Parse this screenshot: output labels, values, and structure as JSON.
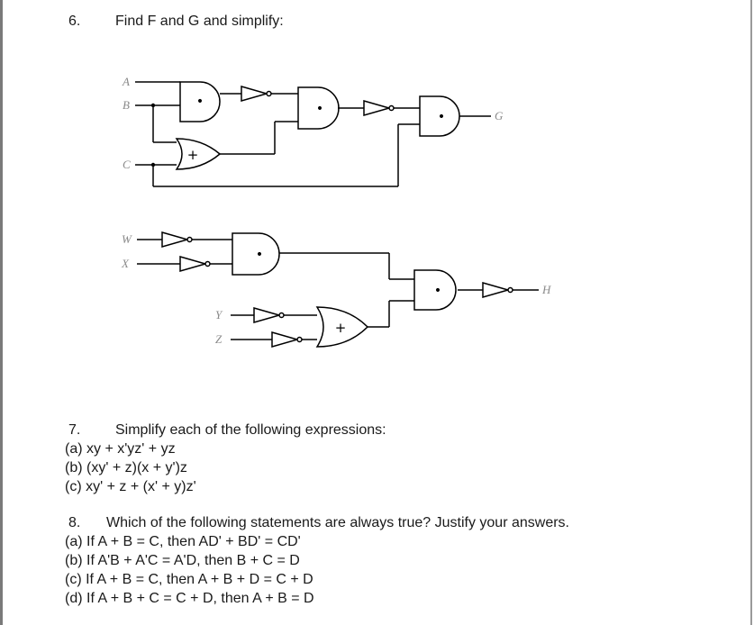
{
  "q6": {
    "number": "6.",
    "text": "Find F and G and simplify:"
  },
  "circuit1": {
    "inputs": [
      "A",
      "B",
      "C"
    ],
    "output": "G",
    "and_symbol": "•",
    "or_symbol": "+"
  },
  "circuit2": {
    "inputs": [
      "W",
      "X",
      "Y",
      "Z"
    ],
    "output": "H",
    "and_symbol": "•",
    "or_symbol": "+"
  },
  "q7": {
    "number": "7.",
    "text": "Simplify each of the following expressions:",
    "items": [
      "(a) xy + x'yz' + yz",
      "(b) (xy' + z)(x + y')z",
      "(c) xy' + z + (x' + y)z'"
    ]
  },
  "q8": {
    "number": "8.",
    "text": "Which of the following statements are always true? Justify your answers.",
    "items": [
      "(a) If A + B = C, then AD' + BD' = CD'",
      "(b) If A'B + A'C = A'D, then B + C = D",
      "(c) If A + B = C, then A + B + D = C + D",
      "(d) If A + B + C = C + D, then A + B = D"
    ]
  }
}
